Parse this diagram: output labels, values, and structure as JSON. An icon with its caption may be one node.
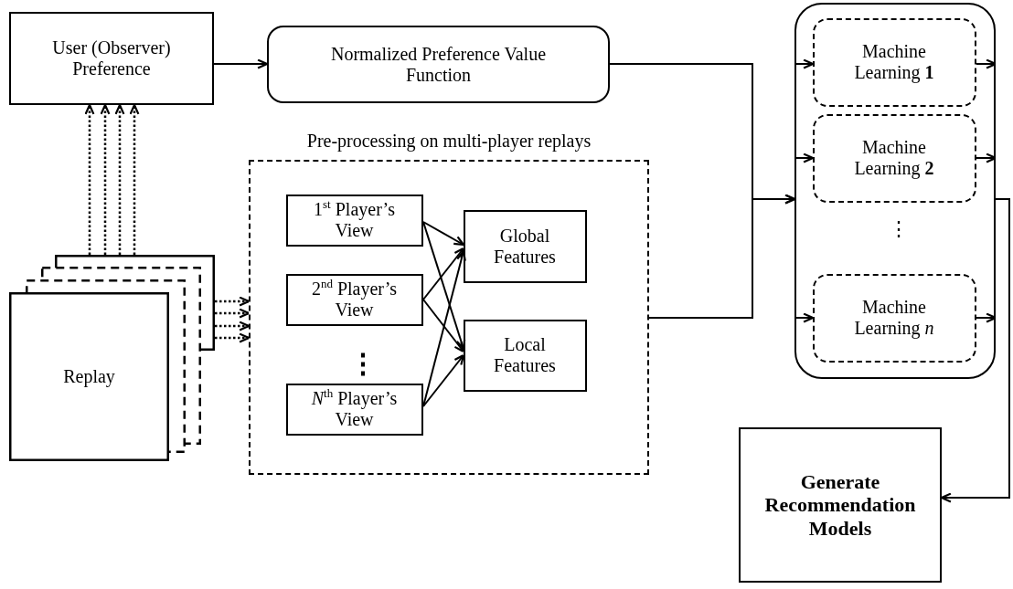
{
  "diagram": {
    "nodes": [
      {
        "text": [
          "User (Observer) Preference"
        ]
      },
      {
        "text": [
          "Normalized Preference Value Function"
        ]
      },
      {
        "text": [
          "Pre-processing on multi-player replays"
        ]
      },
      {
        "text": [
          "1$^{st}$ Player’s View"
        ],
        "in": 2
      },
      {
        "text": [
          "2$^{nd}$ Player’s View"
        ],
        "in": 2
      },
      {
        "text": [
          "*N*$^{th}$ Player’s View"
        ],
        "in": 2
      },
      {
        "text": [
          "Global Features"
        ],
        "in": 2
      },
      {
        "text": [
          "Local Features"
        ],
        "in": 2
      },
      {
        "text": [],
        "shape": "box"
      },
      {
        "text": [
          "Machine Learning **1**"
        ],
        "in": 8
      },
      {
        "text": [
          "Machine Learning **2**"
        ],
        "in": 8
      },
      {
        "text": [
          "Machine Learning *n*"
        ],
        "in": 8
      },
      {
        "text": [
          "Replay"
        ]
      },
      {
        "text": [
          "Generate Recommendation Models"
        ]
      }
    ],
    "edges": [
      {
        "from": 0,
        "to": 1,
        "arrow": "to"
      },
      {
        "from": 1,
        "to": 8,
        "arrow": "to"
      },
      {
        "from": 2,
        "to": 8,
        "arrow": "to"
      },
      {
        "from": 8,
        "to": 9,
        "arrow": "to"
      },
      {
        "from": 8,
        "to": 10,
        "arrow": "to"
      },
      {
        "from": 8,
        "to": 11,
        "arrow": "to"
      },
      {
        "from": 9,
        "to": 8,
        "arrow": "to"
      },
      {
        "from": 10,
        "to": 8,
        "arrow": "to"
      },
      {
        "from": 11,
        "to": 8,
        "arrow": "to"
      },
      {
        "from": 8,
        "to": 13,
        "arrow": "to"
      },
      {
        "from": 12,
        "to": 0,
        "arrow": "to",
        "style": "dashed"
      },
      {
        "from": 12,
        "to": 0,
        "arrow": "to",
        "style": "dashed"
      },
      {
        "from": 12,
        "to": 0,
        "arrow": "to",
        "style": "dashed"
      },
      {
        "from": 12,
        "to": 0,
        "arrow": "to",
        "style": "dashed"
      },
      {
        "from": 12,
        "to": 2,
        "arrow": "to",
        "style": "dashed"
      },
      {
        "from": 12,
        "to": 2,
        "arrow": "to",
        "style": "dashed"
      },
      {
        "from": 12,
        "to": 2,
        "arrow": "to",
        "style": "dashed"
      },
      {
        "from": 12,
        "to": 2,
        "arrow": "to",
        "style": "dashed"
      },
      {
        "from": 3,
        "to": 6,
        "arrow": "to"
      },
      {
        "from": 3,
        "to": 7,
        "arrow": "to"
      },
      {
        "from": 4,
        "to": 6,
        "arrow": "to"
      },
      {
        "from": 4,
        "to": 7,
        "arrow": "to"
      },
      {
        "from": 5,
        "to": 6,
        "arrow": "to"
      },
      {
        "from": 5,
        "to": 7,
        "arrow": "to"
      }
    ],
    "labels": [
      "⋮",
      "⋮"
    ]
  }
}
